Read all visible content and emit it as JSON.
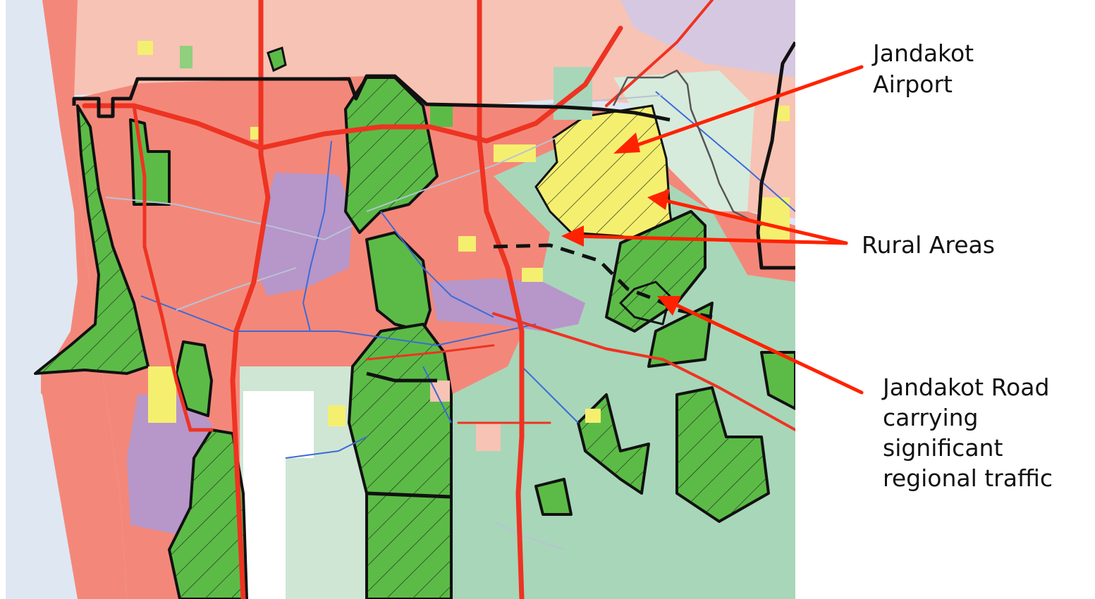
{
  "annotations": {
    "airport": "Jandakot\nAirport",
    "rural": "Rural Areas",
    "road": "Jandakot Road\ncarrying\nsignificant\nregional traffic"
  },
  "colors": {
    "urban": "#f3887a",
    "urban_light": "#f7c3b4",
    "rural": "#a8d6b9",
    "rural_light": "#cfe6d4",
    "reserve": "#5cbb47",
    "industrial": "#b796c9",
    "airport": "#f5ef70",
    "water": "#dfe7f3",
    "road": "#ee3322",
    "arrow": "#ff2200",
    "boundary": "#111111"
  }
}
